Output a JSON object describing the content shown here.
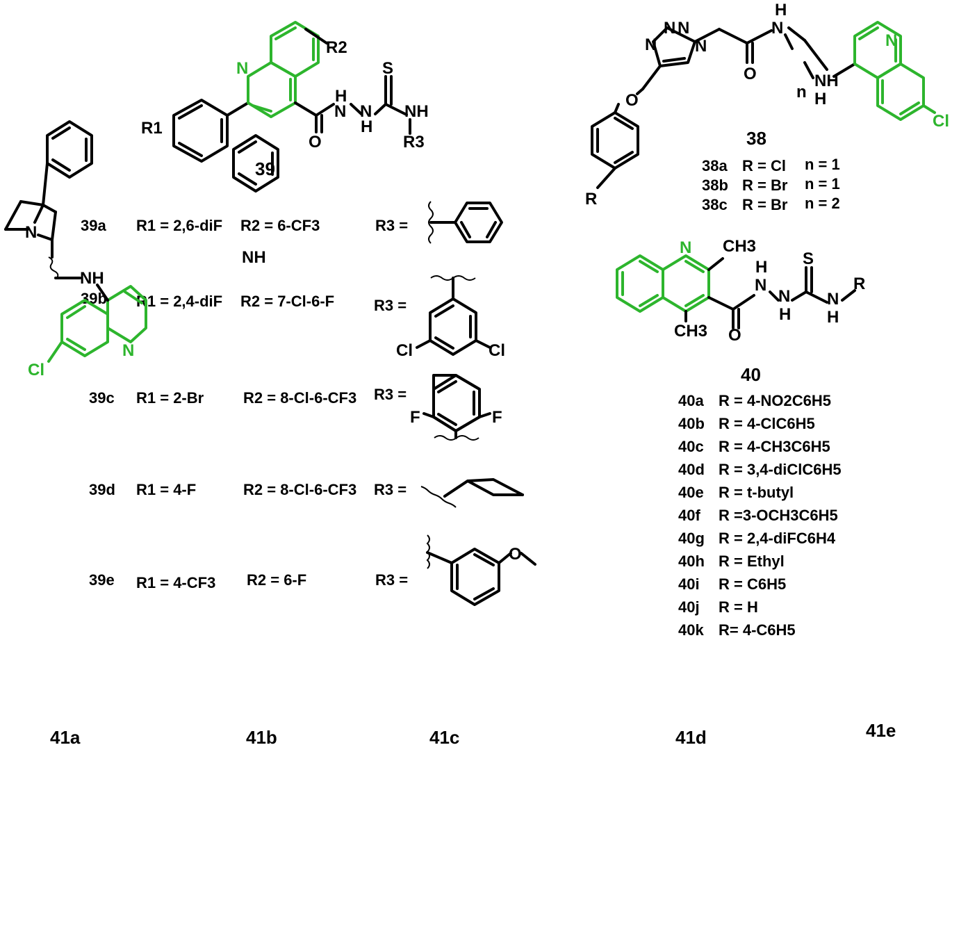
{
  "colors": {
    "bond": "#000000",
    "quinoline": "#2db52d",
    "background": "#ffffff"
  },
  "compound_39": {
    "id": "39",
    "variants": [
      {
        "id": "39a",
        "r1": "R1 = 2,6-diF",
        "r2": "R2 = 6-CF3",
        "r3": "R3 ="
      },
      {
        "id": "39b",
        "r1": "R1 = 2,4-diF",
        "r2": "R2 = 7-Cl-6-F",
        "r3": "R3 ="
      },
      {
        "id": "39c",
        "r1": "R1 = 2-Br",
        "r2": "R2 = 8-Cl-6-CF3",
        "r3": "R3 ="
      },
      {
        "id": "39d",
        "r1": "R1 = 4-F",
        "r2": "R2 = 8-Cl-6-CF3",
        "r3": "R3 ="
      },
      {
        "id": "39e",
        "r1": "R1 = 4-CF3",
        "r2": "R2 = 6-F",
        "r3": "R3 ="
      }
    ]
  },
  "compound_38": {
    "id": "38",
    "variants": [
      {
        "id": "38a",
        "r": "R = Cl",
        "n": "n = 1"
      },
      {
        "id": "38b",
        "r": "R = Br",
        "n": "n = 1"
      },
      {
        "id": "38c",
        "r": "R = Br",
        "n": "n = 2"
      }
    ]
  },
  "compound_40": {
    "id": "40",
    "variants": [
      {
        "id": "40a",
        "r": "R = 4-NO2C6H5"
      },
      {
        "id": "40b",
        "r": "R = 4-ClC6H5"
      },
      {
        "id": "40c",
        "r": "R = 4-CH3C6H5"
      },
      {
        "id": "40d",
        "r": "R = 3,4-diClC6H5"
      },
      {
        "id": "40e",
        "r": "R = t-butyl"
      },
      {
        "id": "40f",
        "r": "R =3-OCH3C6H5"
      },
      {
        "id": "40g",
        "r": "R = 2,4-diFC6H4"
      },
      {
        "id": "40h",
        "r": "R = Ethyl"
      },
      {
        "id": "40i",
        "r": "R = C6H5"
      },
      {
        "id": "40j",
        "r": "R = H"
      },
      {
        "id": "40k",
        "r": "R= 4-C6H5"
      }
    ]
  },
  "compounds_41": [
    "41a",
    "41b",
    "41c",
    "41d",
    "41e"
  ],
  "atoms": {
    "N": "N",
    "S": "S",
    "O": "O",
    "H": "H",
    "NH": "NH",
    "Cl": "Cl",
    "F": "F",
    "R": "R",
    "R1": "R1",
    "R2": "R2",
    "R3": "R3",
    "CH3": "CH3",
    "n": "n"
  }
}
